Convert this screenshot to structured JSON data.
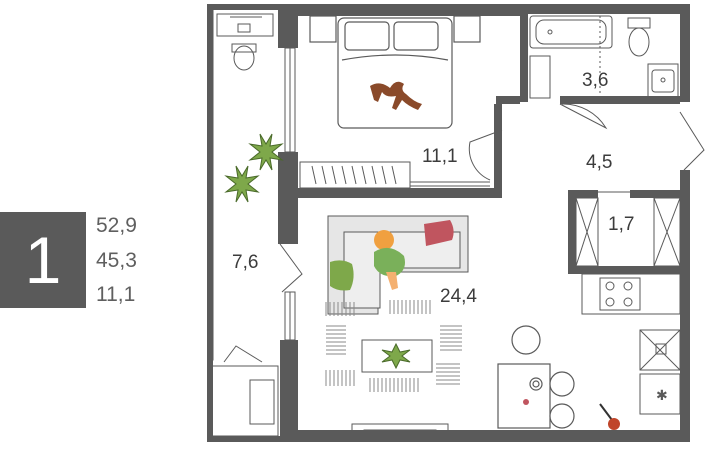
{
  "summary": {
    "rooms_count": "1",
    "total_area": "52,9",
    "living_area": "45,3",
    "kitchen_area": "11,1"
  },
  "rooms": {
    "bedroom": "11,1",
    "bathroom": "3,6",
    "hallway": "4,5",
    "closet": "1,7",
    "loggia": "7,6",
    "living_kitchen": "24,4"
  },
  "colors": {
    "wall": "#5a5a5a",
    "badge": "#5a5a5a",
    "plant": "#7ea84a",
    "pillow_red": "#c0555f",
    "dog": "#8a4a2a",
    "person_shirt": "#7ab05a",
    "person_hair": "#f0a040"
  }
}
